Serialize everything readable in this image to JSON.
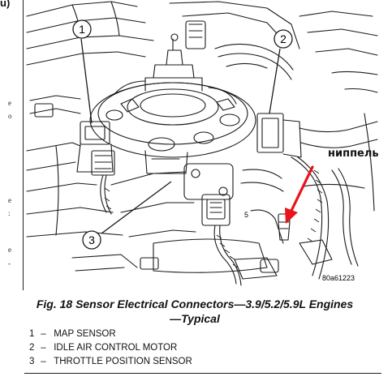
{
  "page_header_fragment": "u)",
  "side_text_fragments": [
    "e",
    "o",
    "e",
    ":",
    "e",
    "-"
  ],
  "diagram": {
    "callouts": [
      {
        "number": "1",
        "target": "MAP sensor"
      },
      {
        "number": "2",
        "target": "Idle air control motor"
      },
      {
        "number": "3",
        "target": "Throttle position sensor"
      }
    ],
    "stamped_digit": "5",
    "figure_code": "80a61223",
    "annotation": {
      "text": "ниппель",
      "arrow_color": "#e8141b"
    }
  },
  "caption": "Fig. 18 Sensor Electrical Connectors—3.9/5.2/5.9L Engines—Typical",
  "legend": [
    {
      "num": "1",
      "dash": "–",
      "label": "MAP SENSOR"
    },
    {
      "num": "2",
      "dash": "–",
      "label": "IDLE AIR CONTROL MOTOR"
    },
    {
      "num": "3",
      "dash": "–",
      "label": "THROTTLE POSITION SENSOR"
    }
  ]
}
